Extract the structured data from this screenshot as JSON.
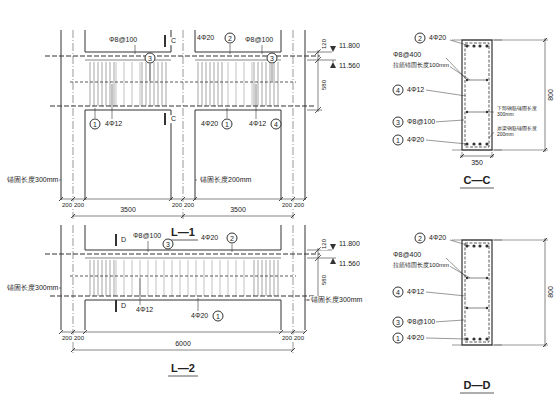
{
  "diagram": {
    "labels": [
      "C",
      "C",
      "Φ8@100",
      "3",
      "4Φ20",
      "2",
      "Φ8@100",
      "3",
      "120",
      "580",
      "11.800",
      "11.560",
      "1",
      "4Φ12",
      "4Φ20",
      "1",
      "4Φ12",
      "4",
      "锚固长度300mm",
      "锚固长度200mm",
      "200",
      "200",
      "200",
      "200",
      "200",
      "200",
      "3500",
      "3500",
      "L—1",
      "2",
      "4Φ20",
      "Φ8@400",
      "拉筋锚固长度100mm",
      "4",
      "4Φ12",
      "3",
      "Φ8@100",
      "1",
      "4Φ20",
      "800",
      "350",
      "下部钢筋锚固长度300mm",
      "原梁钢筋锚固长度200mm",
      "C—C",
      "D",
      "Φ8@100",
      "3",
      "4Φ20",
      "2",
      "120",
      "580",
      "11.800",
      "11.560",
      "D",
      "4Φ12",
      "4Φ20",
      "1",
      "锚固长度300mm",
      "锚固长度300mm",
      "200",
      "200",
      "200",
      "200",
      "6000",
      "L—2",
      "2",
      "4Φ20",
      "Φ8@400",
      "拉筋锚固长度100mm",
      "4",
      "4Φ12",
      "3",
      "Φ8@100",
      "1",
      "4Φ20",
      "800",
      "D—D"
    ]
  }
}
